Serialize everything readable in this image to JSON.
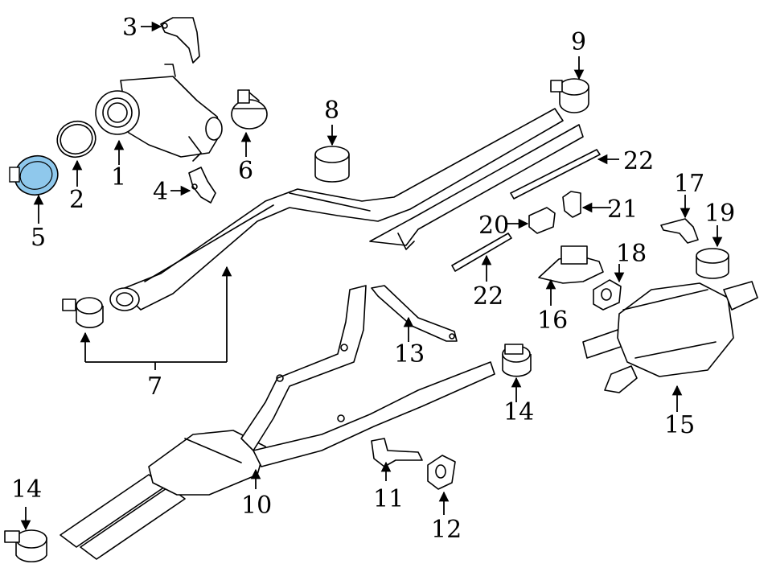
{
  "colors": {
    "highlight": "#8fc8ec",
    "ink": "#000000",
    "background": "#ffffff"
  },
  "callouts": {
    "c1": "1",
    "c2": "2",
    "c3": "3",
    "c4": "4",
    "c5": "5",
    "c6": "6",
    "c7": "7",
    "c8": "8",
    "c9": "9",
    "c10": "10",
    "c11": "11",
    "c12": "12",
    "c13": "13",
    "c14a": "14",
    "c14b": "14",
    "c15": "15",
    "c16": "16",
    "c17": "17",
    "c18": "18",
    "c19": "19",
    "c20": "20",
    "c21": "21",
    "c22a": "22",
    "c22b": "22"
  },
  "highlighted_part": "5"
}
